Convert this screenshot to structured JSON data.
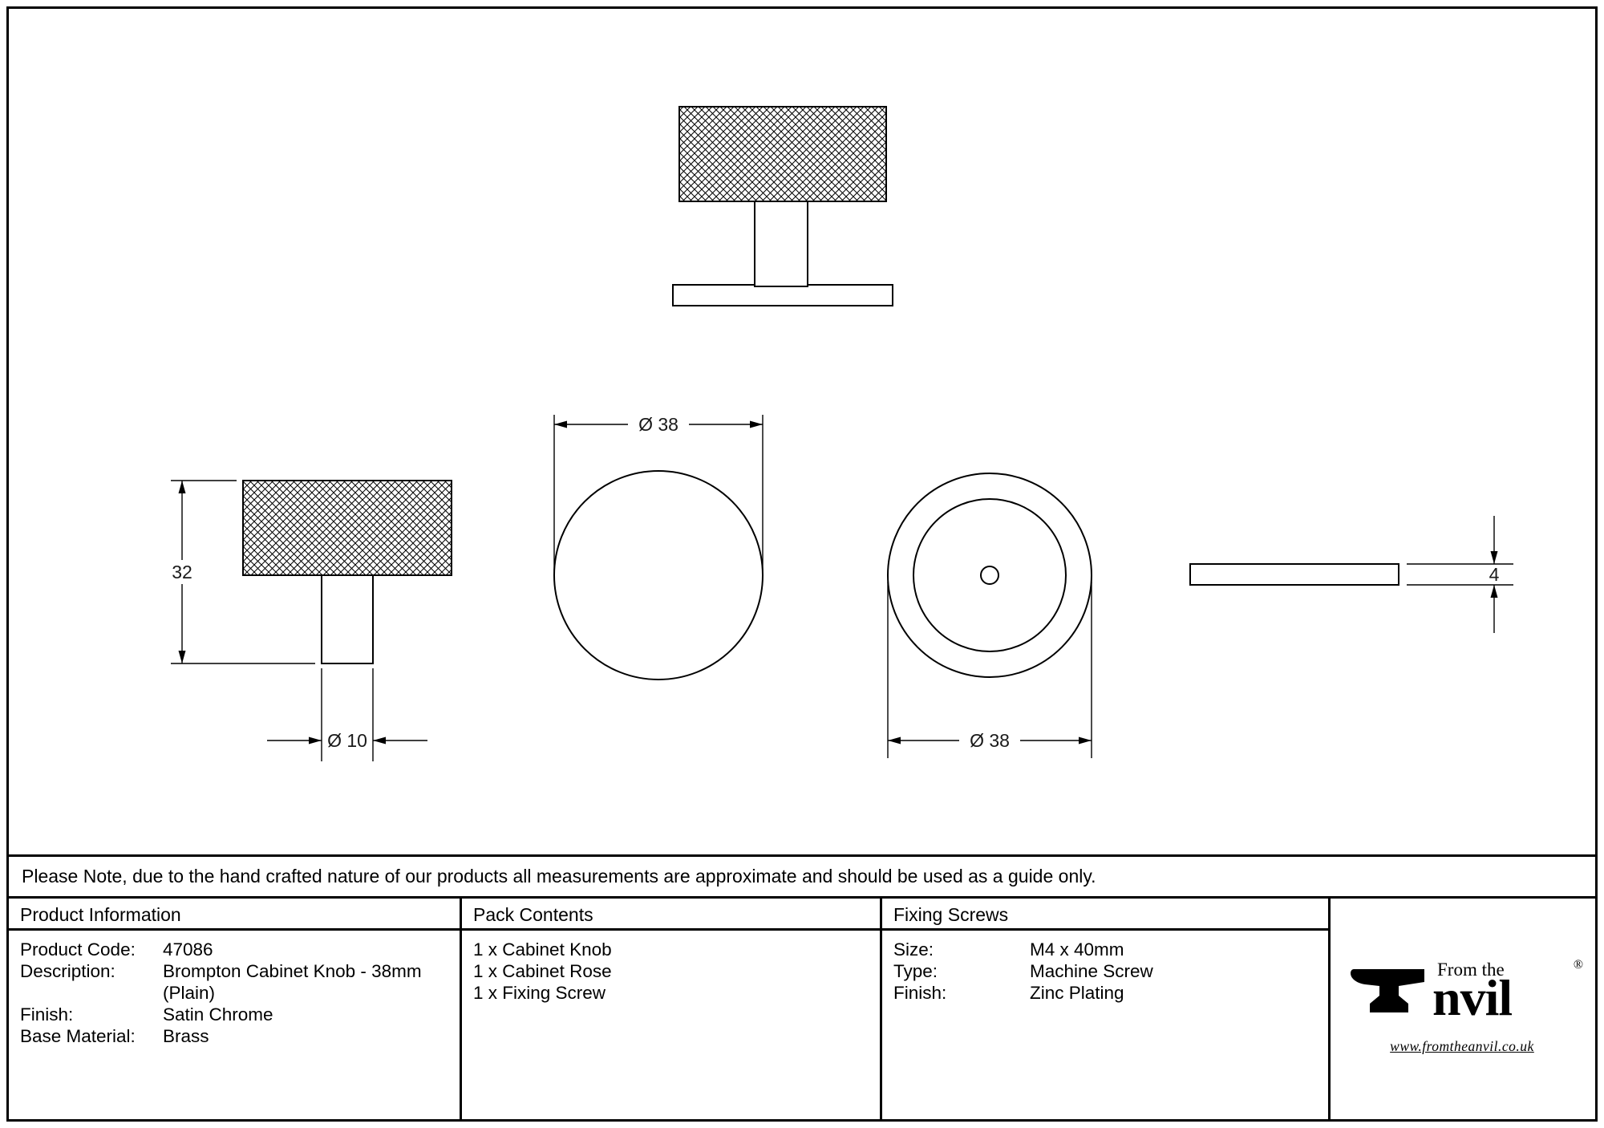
{
  "drawing": {
    "dims": {
      "side_height": "32",
      "stem_diameter": "Ø 10",
      "knob_diameter": "Ø 38",
      "rose_diameter": "Ø 38",
      "rose_thickness": "4"
    }
  },
  "note": "Please Note, due to the hand crafted nature of our products all measurements are approximate and should be used as a guide only.",
  "table": {
    "product_information": {
      "header": "Product Information",
      "rows": [
        {
          "label": "Product Code:",
          "value": "47086"
        },
        {
          "label": "Description:",
          "value": "Brompton Cabinet Knob - 38mm (Plain)"
        },
        {
          "label": "Finish:",
          "value": "Satin Chrome"
        },
        {
          "label": "Base Material:",
          "value": "Brass"
        }
      ]
    },
    "pack_contents": {
      "header": "Pack Contents",
      "items": [
        "1 x Cabinet Knob",
        "1 x Cabinet Rose",
        "1 x Fixing Screw"
      ]
    },
    "fixing_screws": {
      "header": "Fixing Screws",
      "rows": [
        {
          "label": "Size:",
          "value": "M4 x 40mm"
        },
        {
          "label": "Type:",
          "value": "Machine Screw"
        },
        {
          "label": "Finish:",
          "value": "Zinc Plating"
        }
      ]
    }
  },
  "logo": {
    "from_the": "From the",
    "name": "nvil",
    "registered": "®",
    "url": "www.fromtheanvil.co.uk"
  }
}
